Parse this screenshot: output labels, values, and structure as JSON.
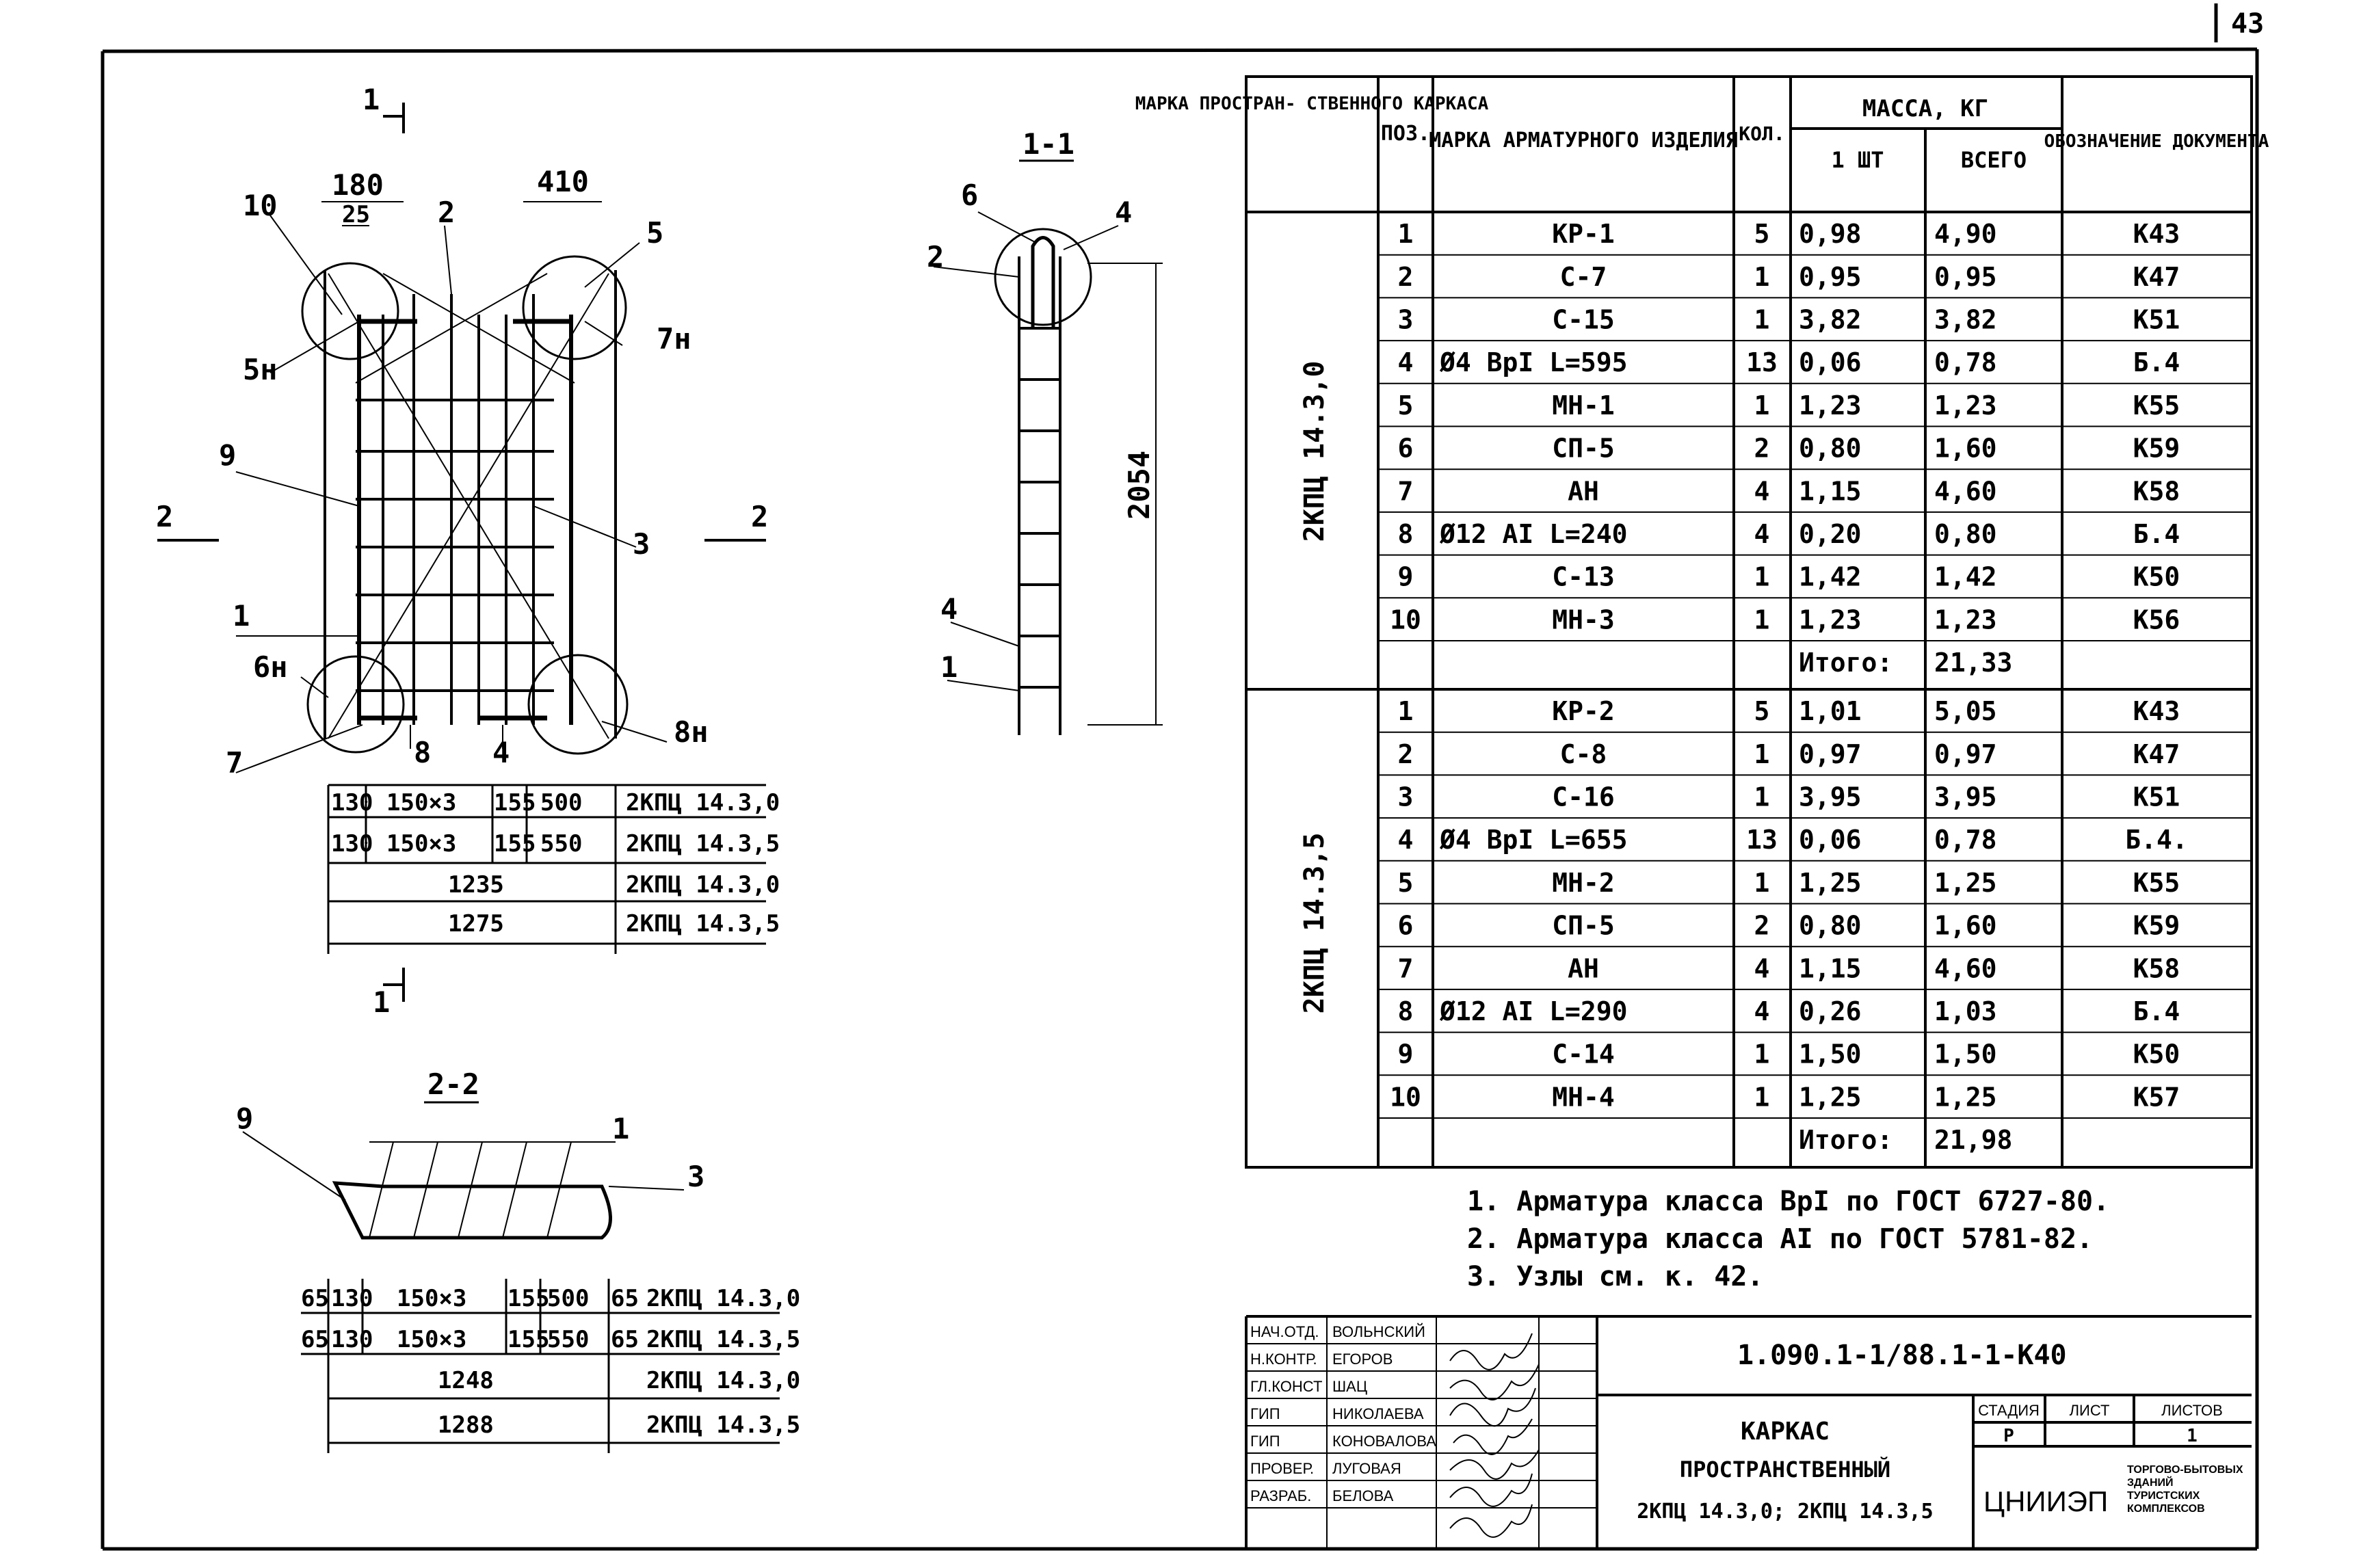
{
  "page_number": "43",
  "section_labels": {
    "section_1_1": "1-1",
    "section_2_2": "2-2",
    "cut_1": "1",
    "cut_2": "2"
  },
  "plan_view": {
    "dims_top": [
      "180",
      "25",
      "410"
    ],
    "callouts": [
      "10",
      "2",
      "5",
      "5н",
      "7н",
      "9",
      "3",
      "1",
      "6н",
      "7",
      "8",
      "4",
      "8н"
    ],
    "dim_rows": [
      {
        "cells": [
          "130",
          "150×3",
          "155",
          "500"
        ],
        "mark": "2КПЦ 14.3,0"
      },
      {
        "cells": [
          "130",
          "150×3",
          "155",
          "550"
        ],
        "mark": "2КПЦ 14.3,5"
      },
      {
        "cells": [
          "1235"
        ],
        "mark": "2КПЦ 14.3,0"
      },
      {
        "cells": [
          "1275"
        ],
        "mark": "2КПЦ 14.3,5"
      }
    ]
  },
  "section_1_1_view": {
    "callouts": [
      "6",
      "4",
      "2",
      "4",
      "1"
    ],
    "height_dim": "2054"
  },
  "section_2_2_view": {
    "callouts": [
      "9",
      "1",
      "3"
    ],
    "dim_rows": [
      {
        "cells": [
          "65",
          "130",
          "150×3",
          "155",
          "500",
          "65"
        ],
        "mark": "2КПЦ 14.3,0"
      },
      {
        "cells": [
          "65",
          "130",
          "150×3",
          "155",
          "550",
          "65"
        ],
        "mark": "2КПЦ 14.3,5"
      },
      {
        "cells": [
          "1248"
        ],
        "mark": "2КПЦ 14.3,0"
      },
      {
        "cells": [
          "1288"
        ],
        "mark": "2КПЦ 14.3,5"
      }
    ]
  },
  "spec_table": {
    "headers": {
      "frame_mark": "МАРКА ПРОСТРАН- СТВЕННОГО КАРКАСА",
      "pos": "ПОЗ.",
      "item_mark": "МАРКА АРМАТУРНОГО ИЗДЕЛИЯ",
      "qty": "КОЛ.",
      "mass": "МАССА, КГ",
      "mass_one": "1 ШТ",
      "mass_total": "ВСЕГО",
      "doc": "ОБОЗНАЧЕНИЕ ДОКУМЕНТА"
    },
    "groups": [
      {
        "frame": "2КПЦ 14.3,0",
        "rows": [
          [
            "1",
            "КР-1",
            "5",
            "0,98",
            "4,90",
            "К43"
          ],
          [
            "2",
            "С-7",
            "1",
            "0,95",
            "0,95",
            "К47"
          ],
          [
            "3",
            "С-15",
            "1",
            "3,82",
            "3,82",
            "К51"
          ],
          [
            "4",
            "Ø4 ВрI L=595",
            "13",
            "0,06",
            "0,78",
            "Б.4"
          ],
          [
            "5",
            "МН-1",
            "1",
            "1,23",
            "1,23",
            "К55"
          ],
          [
            "6",
            "СП-5",
            "2",
            "0,80",
            "1,60",
            "К59"
          ],
          [
            "7",
            "АН",
            "4",
            "1,15",
            "4,60",
            "К58"
          ],
          [
            "8",
            "Ø12 АI L=240",
            "4",
            "0,20",
            "0,80",
            "Б.4"
          ],
          [
            "9",
            "С-13",
            "1",
            "1,42",
            "1,42",
            "К50"
          ],
          [
            "10",
            "МН-3",
            "1",
            "1,23",
            "1,23",
            "К56"
          ]
        ],
        "total_label": "Итого:",
        "total": "21,33"
      },
      {
        "frame": "2КПЦ 14.3,5",
        "rows": [
          [
            "1",
            "КР-2",
            "5",
            "1,01",
            "5,05",
            "К43"
          ],
          [
            "2",
            "С-8",
            "1",
            "0,97",
            "0,97",
            "К47"
          ],
          [
            "3",
            "С-16",
            "1",
            "3,95",
            "3,95",
            "К51"
          ],
          [
            "4",
            "Ø4 ВрI L=655",
            "13",
            "0,06",
            "0,78",
            "Б.4."
          ],
          [
            "5",
            "МН-2",
            "1",
            "1,25",
            "1,25",
            "К55"
          ],
          [
            "6",
            "СП-5",
            "2",
            "0,80",
            "1,60",
            "К59"
          ],
          [
            "7",
            "АН",
            "4",
            "1,15",
            "4,60",
            "К58"
          ],
          [
            "8",
            "Ø12 АI L=290",
            "4",
            "0,26",
            "1,03",
            "Б.4"
          ],
          [
            "9",
            "С-14",
            "1",
            "1,50",
            "1,50",
            "К50"
          ],
          [
            "10",
            "МН-4",
            "1",
            "1,25",
            "1,25",
            "К57"
          ]
        ],
        "total_label": "Итого:",
        "total": "21,98"
      }
    ]
  },
  "notes": [
    "1. Арматура класса ВрI по ГОСТ 6727-80.",
    "2. Арматура класса АI по ГОСТ 5781-82.",
    "3. Узлы см. к. 42."
  ],
  "title_block": {
    "roles": [
      {
        "role": "НАЧ.ОТД.",
        "name": "ВОЛЬНСКИЙ"
      },
      {
        "role": "Н.КОНТР.",
        "name": "ЕГОРОВ"
      },
      {
        "role": "ГЛ.КОНСТ",
        "name": "ШАЦ"
      },
      {
        "role": "ГИП",
        "name": "НИКОЛАЕВА"
      },
      {
        "role": "ГИП",
        "name": "КОНОВАЛОВА"
      },
      {
        "role": "ПРОВЕР.",
        "name": "ЛУГОВАЯ"
      },
      {
        "role": "РАЗРАБ.",
        "name": "БЕЛОВА"
      }
    ],
    "doc_code": "1.090.1-1/88.1-1-К40",
    "title_lines": [
      "КАРКАС",
      "ПРОСТРАНСТВЕННЫЙ",
      "2КПЦ 14.3,0; 2КПЦ 14.3,5"
    ],
    "stage_label": "СТАДИЯ",
    "sheet_label": "ЛИСТ",
    "sheets_label": "ЛИСТОВ",
    "stage": "Р",
    "sheets": "1",
    "org": "ЦНИИЭП",
    "org_sub": "ТОРГОВО-БЫТОВЫХ ЗДАНИЙ ТУРИСТСКИХ КОМПЛЕКСОВ"
  }
}
